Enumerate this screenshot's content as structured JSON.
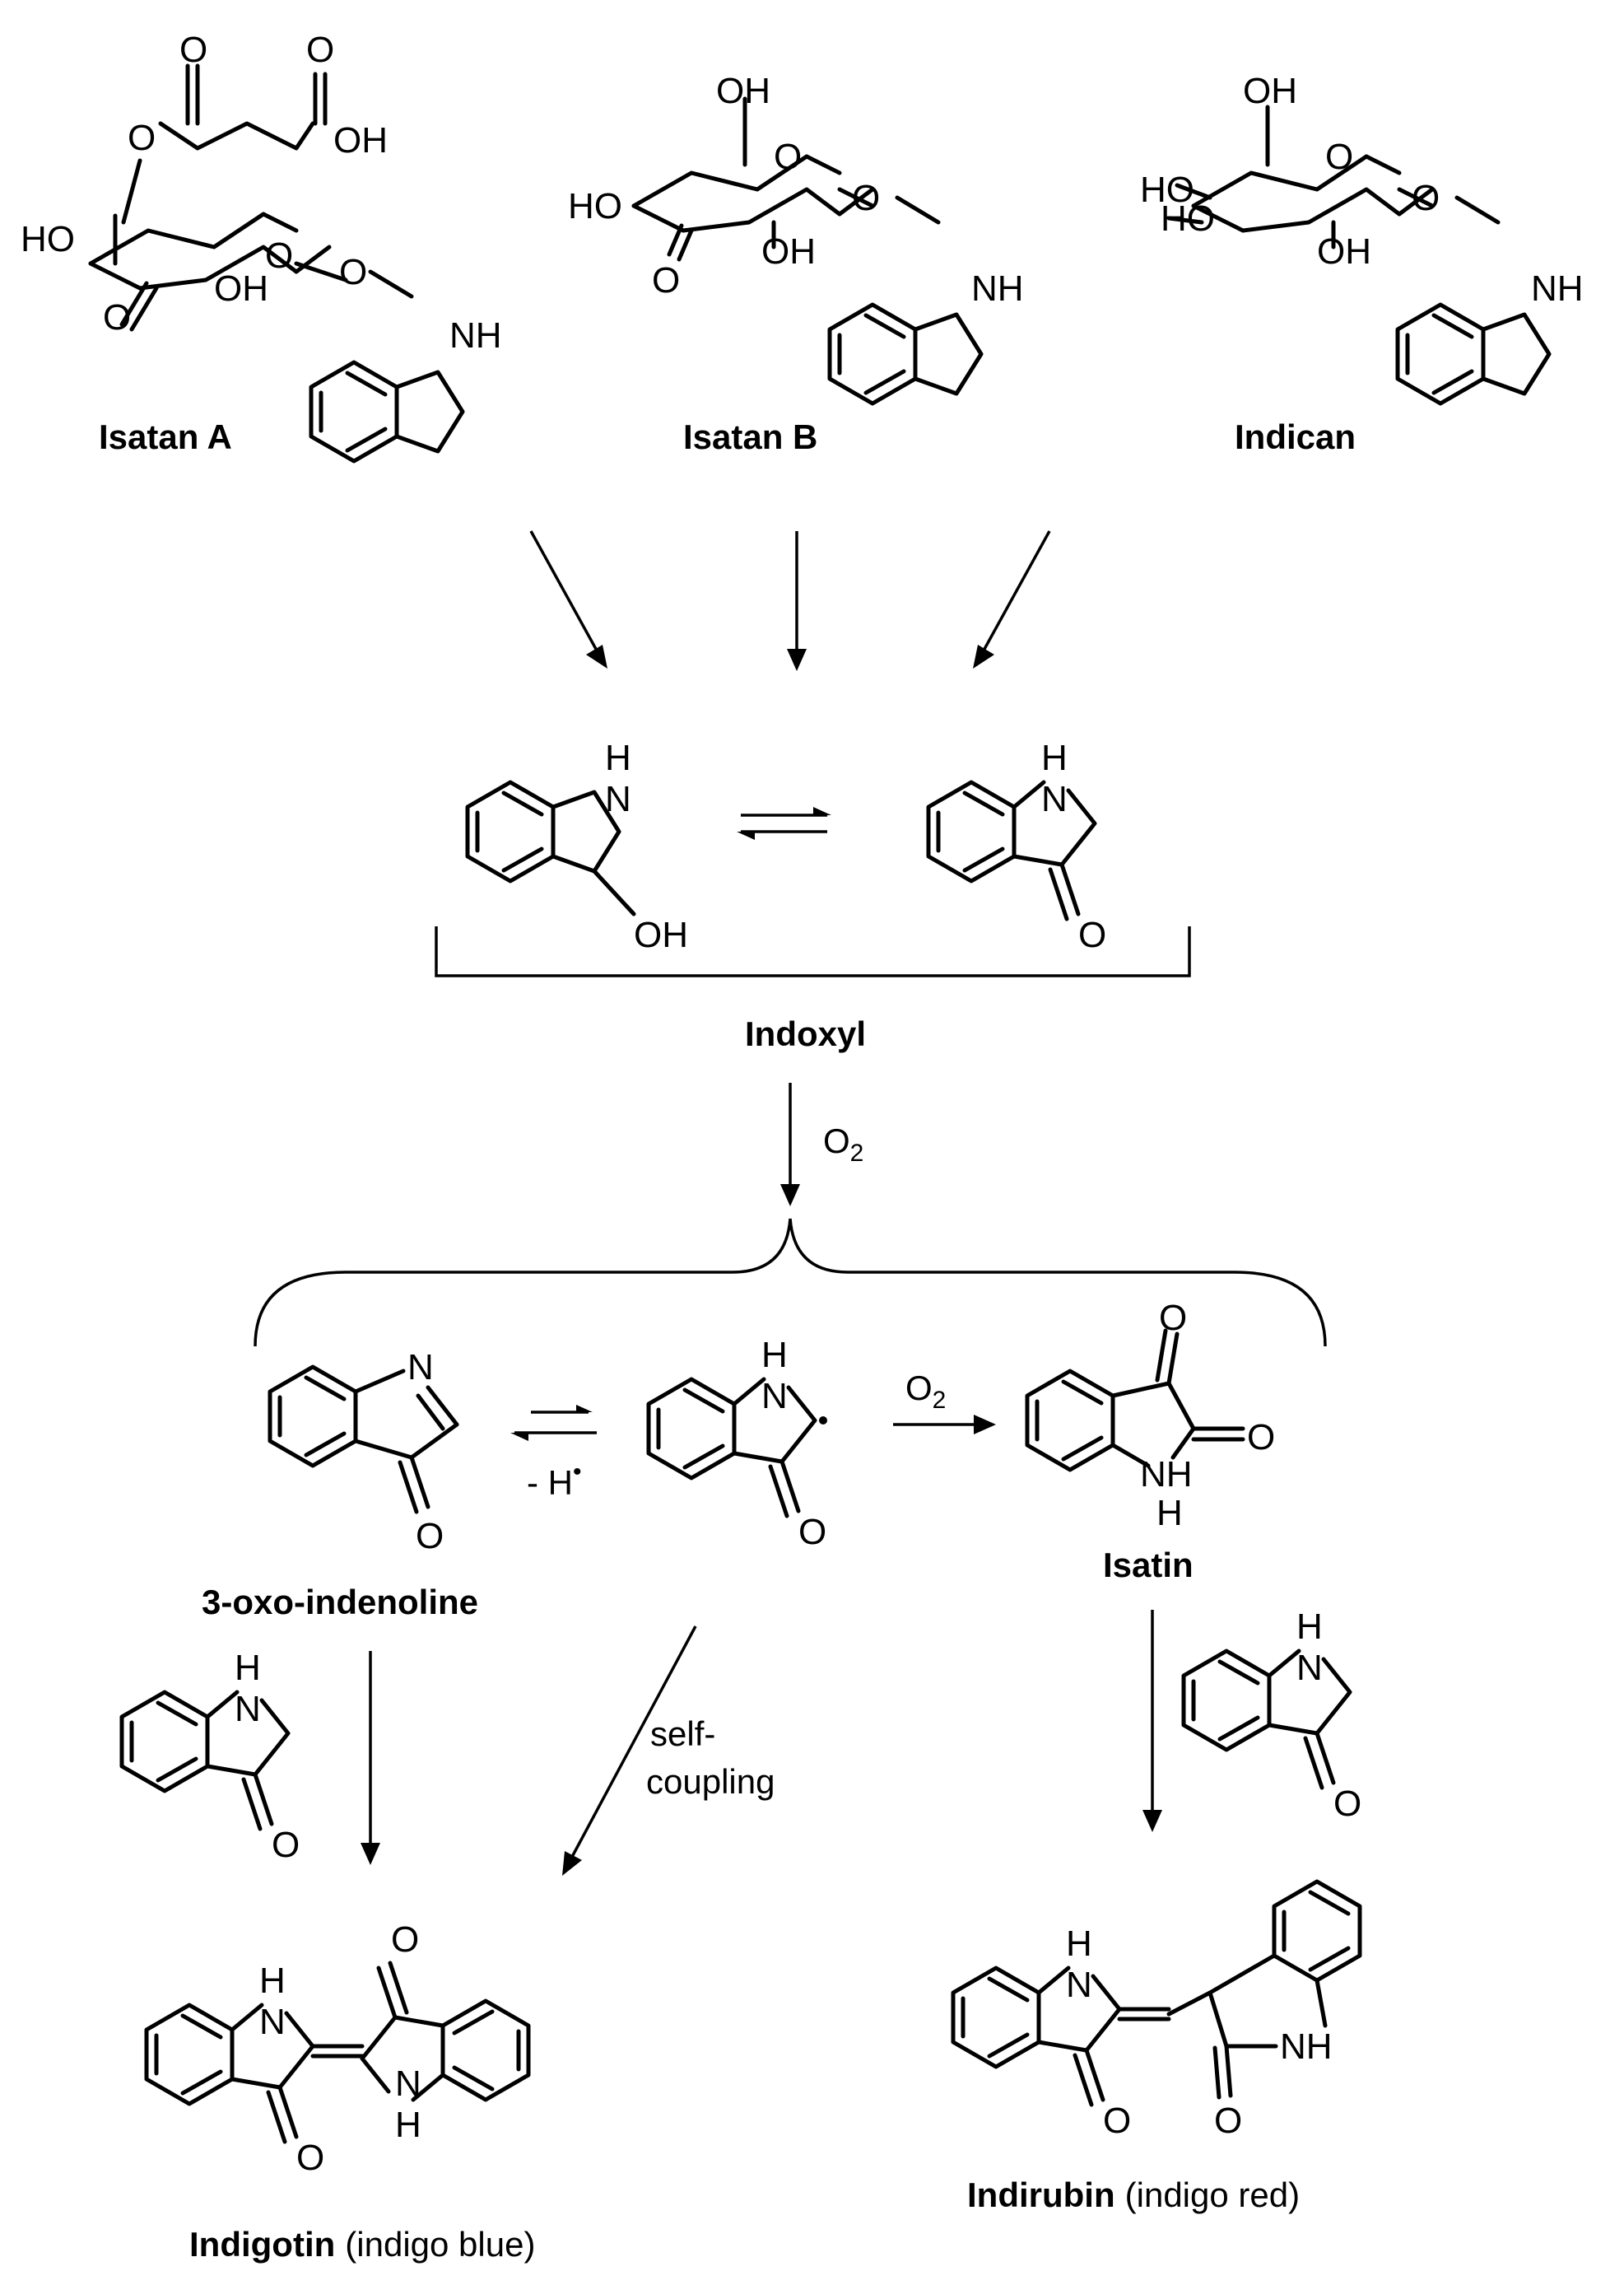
{
  "compounds": {
    "isatan_a": "Isatan A",
    "isatan_b": "Isatan B",
    "indican": "Indican",
    "indoxyl": "Indoxyl",
    "oxo_indenoline": "3-oxo-indenoline",
    "isatin": "Isatin",
    "indigotin": "Indigotin",
    "indigotin_note": "(indigo blue)",
    "indirubin": "Indirubin",
    "indirubin_note": "(indigo red)"
  },
  "atoms": {
    "O": "O",
    "OH": "OH",
    "HO": "HO",
    "NH": "NH",
    "N": "N",
    "H": "H"
  },
  "reagents": {
    "oxygen": "O",
    "oxygen_subscript": "2",
    "minus_h": "- H",
    "radical_dot": "•",
    "self_coupling_1": "self-",
    "self_coupling_2": "coupling"
  }
}
